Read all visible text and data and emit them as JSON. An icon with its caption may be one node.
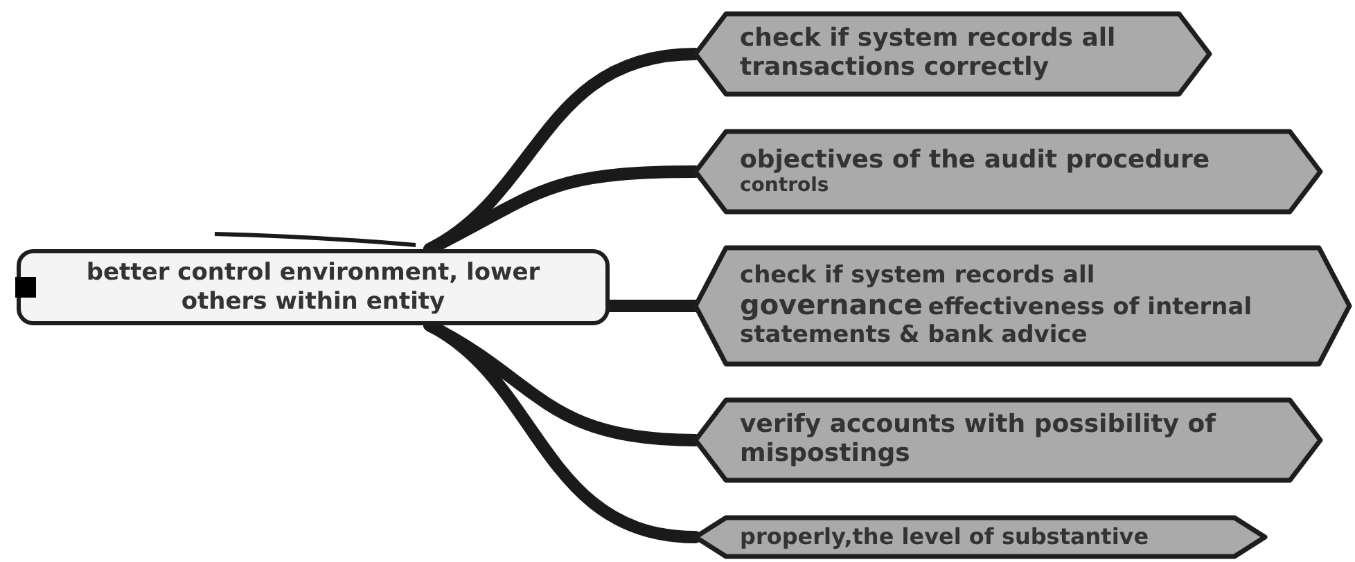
{
  "diagram": {
    "nodes": [
      {
        "text": [
          "better control environment, lower others within entity"
        ]
      },
      {
        "text": [
          "check if system records all transactions correctly"
        ]
      },
      {
        "text": [
          "objectives of the audit procedure",
          "controls"
        ]
      },
      {
        "text": [
          "check if system records all",
          "governance",
          "effectiveness of internal",
          "statements & bank advice"
        ]
      },
      {
        "text": [
          "verify accounts with possibility of mispostings"
        ]
      },
      {
        "text": [
          "properly,the level of substantive"
        ]
      }
    ],
    "edges": [
      {
        "from": 0,
        "to": 1,
        "arrow": "none"
      },
      {
        "from": 0,
        "to": 2,
        "arrow": "none"
      },
      {
        "from": 0,
        "to": 3,
        "arrow": "none"
      },
      {
        "from": 0,
        "to": 4,
        "arrow": "none"
      },
      {
        "from": 0,
        "to": 5,
        "arrow": "none"
      }
    ]
  }
}
